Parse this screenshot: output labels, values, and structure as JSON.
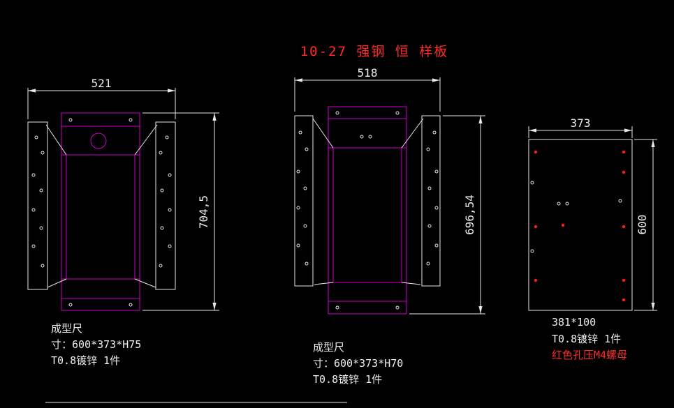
{
  "title": "10-27 强钢 恒 样板",
  "drawings": {
    "left": {
      "width_dim": "521",
      "height_dim": "704,5",
      "notes": [
        "成型尺",
        "寸：600*373*H75",
        "T0.8镀锌 1件"
      ]
    },
    "middle": {
      "width_dim": "518",
      "height_dim": "696,54",
      "notes": [
        "成型尺",
        "寸：600*373*H70",
        "T0.8镀锌 1件"
      ]
    },
    "right": {
      "width_dim": "373",
      "height_dim": "600",
      "notes": [
        "381*100",
        "T0.8镀锌 1件",
        "红色孔压M4螺母"
      ]
    }
  },
  "colors": {
    "background": "#000000",
    "dimension_lines": "#e8e8e8",
    "part_outline": "#cc00cc",
    "title_red": "#ff2a2a",
    "red_hole": "#ff1a1a"
  }
}
